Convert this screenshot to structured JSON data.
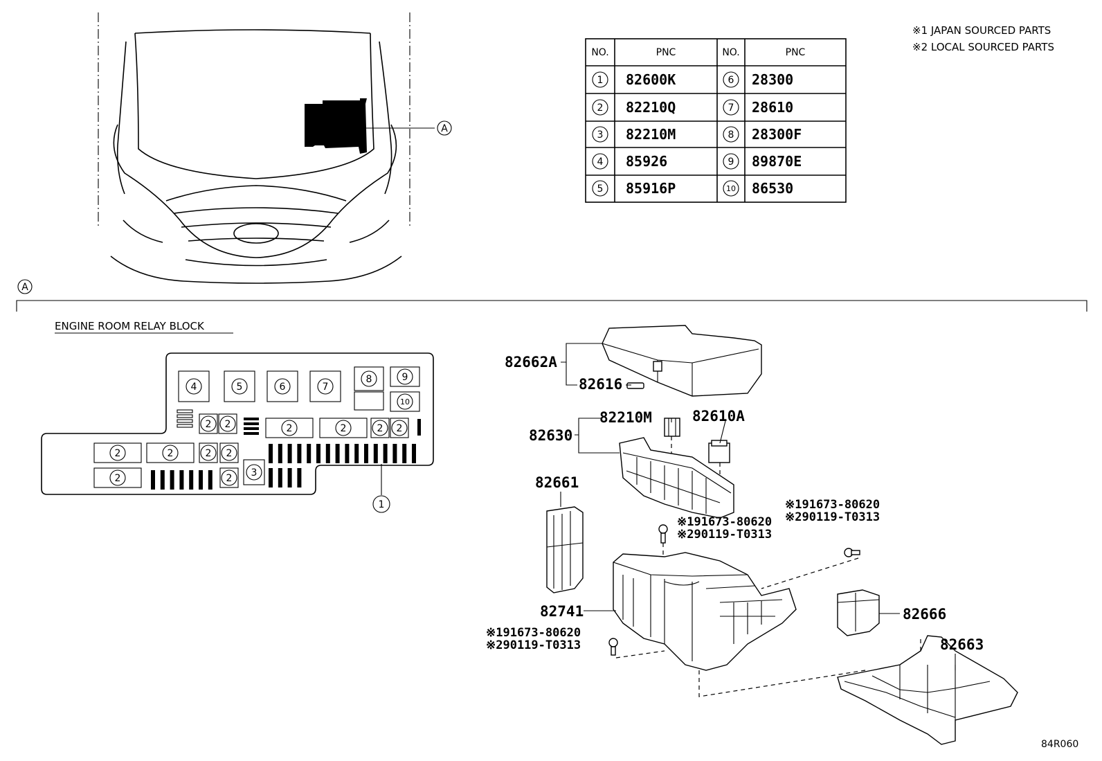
{
  "notes": {
    "line1": "※1 JAPAN SOURCED PARTS",
    "line2": "※2 LOCAL SOURCED PARTS"
  },
  "table": {
    "headers": [
      "NO.",
      "PNC",
      "NO.",
      "PNC"
    ],
    "rows": [
      {
        "no1": "1",
        "pnc1": "82600K",
        "no2": "6",
        "pnc2": "28300"
      },
      {
        "no1": "2",
        "pnc1": "82210Q",
        "no2": "7",
        "pnc2": "28610"
      },
      {
        "no1": "3",
        "pnc1": "82210M",
        "no2": "8",
        "pnc2": "28300F"
      },
      {
        "no1": "4",
        "pnc1": "85926",
        "no2": "9",
        "pnc2": "89870E"
      },
      {
        "no1": "5",
        "pnc1": "85916P",
        "no2": "10",
        "pnc2": "86530"
      }
    ]
  },
  "callout_a": "A",
  "section_a": "A",
  "relay_block": {
    "title": "ENGINE ROOM RELAY BLOCK",
    "top_row": [
      "4",
      "5",
      "6",
      "7",
      "8",
      "9",
      "10"
    ],
    "mid_row": [
      "2",
      "2",
      "2",
      "2",
      "2",
      "2"
    ],
    "left_row": [
      "2",
      "2",
      "2",
      "2"
    ],
    "bottom_row": [
      "2",
      "2",
      "3"
    ],
    "pointer": "1"
  },
  "parts": {
    "p82662A": "82662A",
    "p82616": "82616",
    "p82210M": "82210M",
    "p82610A": "82610A",
    "p82630": "82630",
    "p82661": "82661",
    "p82741": "82741",
    "p82666": "82666",
    "p82663": "82663",
    "bolt_mid_1": "※191673-80620",
    "bolt_mid_2": "※290119-T0313",
    "bolt_right_1": "※191673-80620",
    "bolt_right_2": "※290119-T0313",
    "bolt_left_1": "※191673-80620",
    "bolt_left_2": "※290119-T0313"
  },
  "illustration_code": "84R060"
}
